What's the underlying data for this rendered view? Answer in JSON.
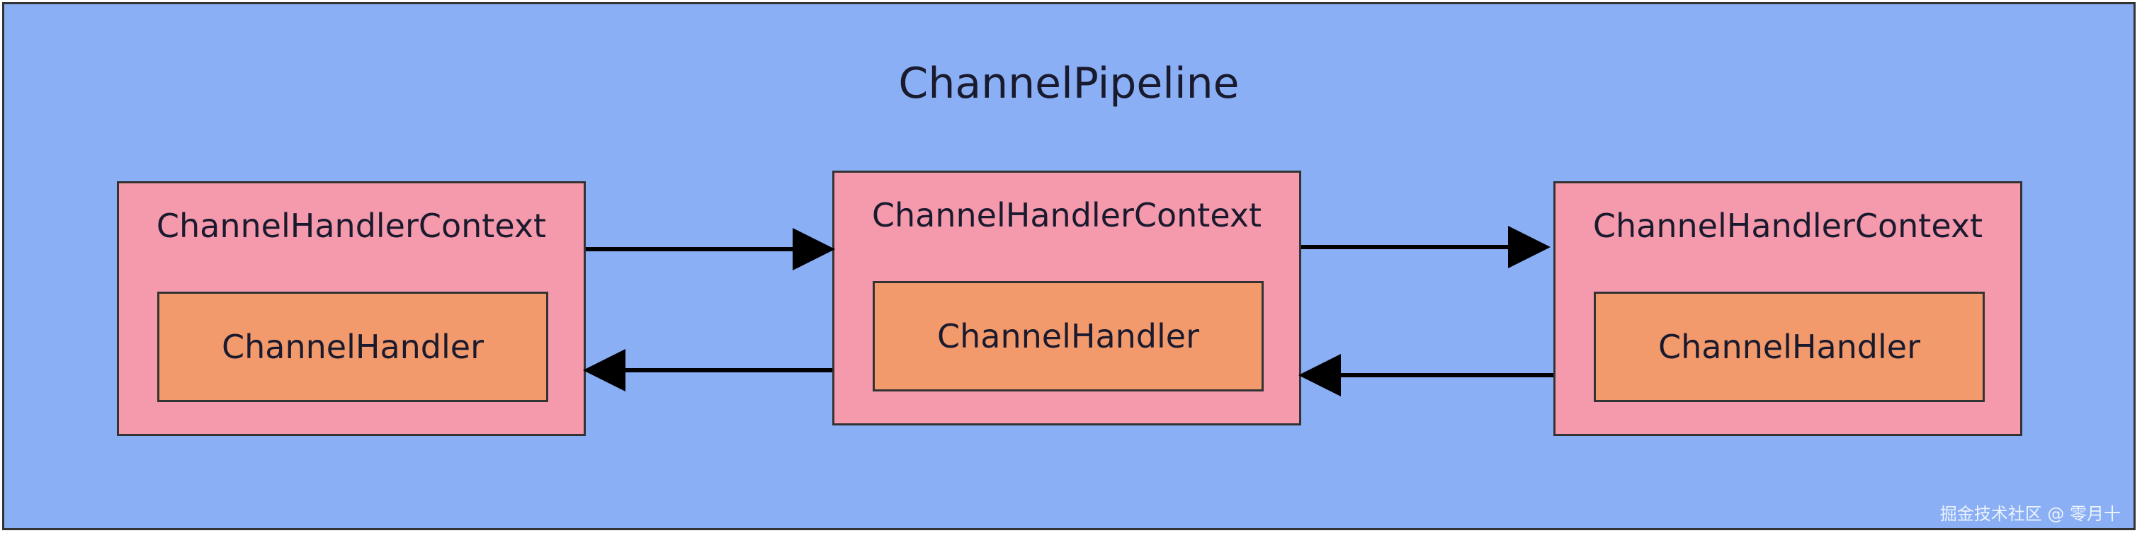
{
  "pipeline": {
    "title": "ChannelPipeline",
    "background_color": "#8aaff5"
  },
  "contexts": [
    {
      "title": "ChannelHandlerContext",
      "handler": "ChannelHandler"
    },
    {
      "title": "ChannelHandlerContext",
      "handler": "ChannelHandler"
    },
    {
      "title": "ChannelHandlerContext",
      "handler": "ChannelHandler"
    }
  ],
  "colors": {
    "context_fill": "#f59aac",
    "handler_fill": "#f29a6c",
    "border": "#333333",
    "arrow": "#000000"
  },
  "watermark": "掘金技术社区 @ 零月十"
}
